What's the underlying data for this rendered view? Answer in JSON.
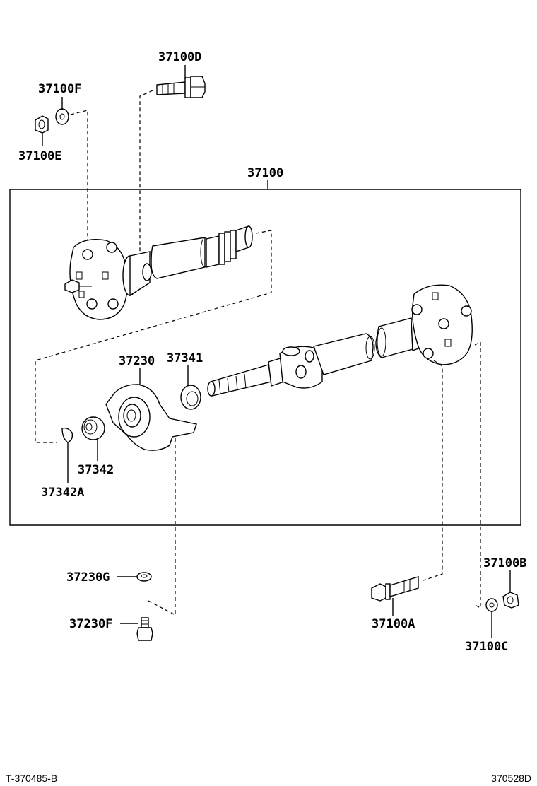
{
  "diagram": {
    "assembly_label": "37100",
    "parts": {
      "p37100D": "37100D",
      "p37100F": "37100F",
      "p37100E": "37100E",
      "p37230": "37230",
      "p37341": "37341",
      "p37342": "37342",
      "p37342A": "37342A",
      "p37230G": "37230G",
      "p37230F": "37230F",
      "p37100A": "37100A",
      "p37100B": "37100B",
      "p37100C": "37100C"
    },
    "footer_left": "T-370485-B",
    "footer_right": "370528D"
  }
}
